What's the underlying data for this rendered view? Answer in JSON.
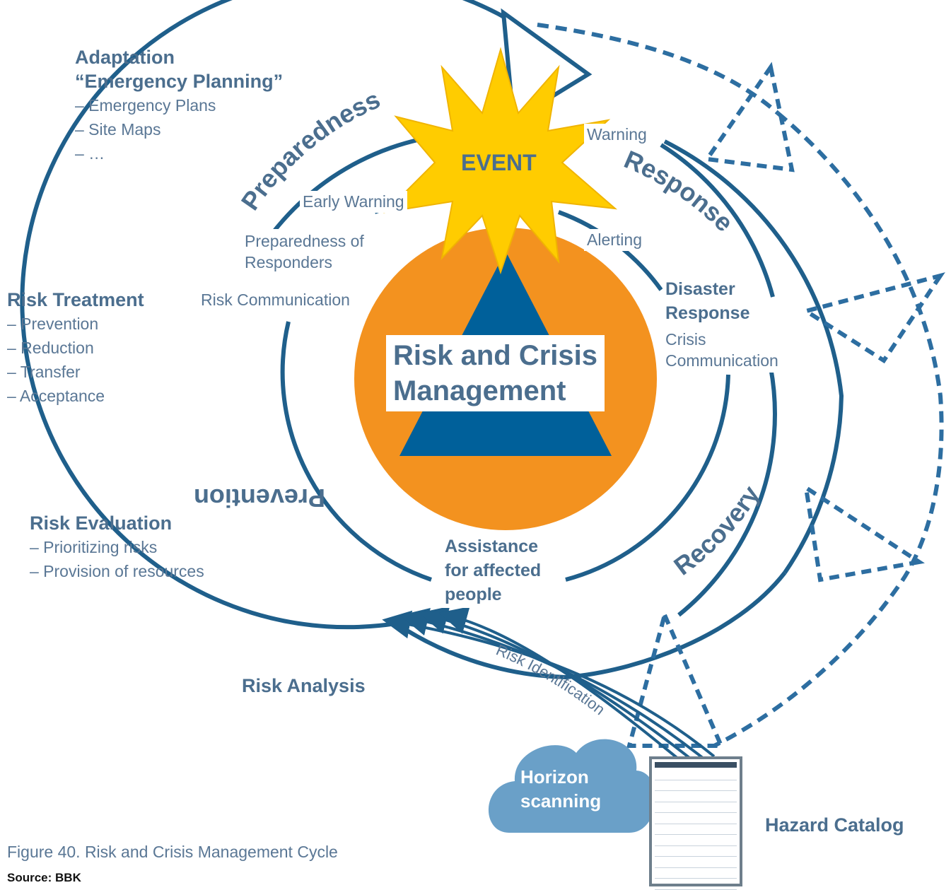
{
  "colors": {
    "ring": "#1f5f8b",
    "dashed": "#2d6ea1",
    "circle_fill": "#f3921f",
    "triangle_fill": "#00609a",
    "star_fill": "#ffcc00",
    "star_stroke": "#f0b400",
    "cloud_fill": "#6aa0c8",
    "text": "#4b6e8e"
  },
  "center": {
    "title_line1": "Risk and Crisis",
    "title_line2": "Management",
    "event": "EVENT"
  },
  "phases": {
    "preparedness": "Preparedness",
    "response": "Response",
    "recovery": "Recovery",
    "prevention": "Prevention"
  },
  "inner_labels": {
    "early_warning": "Early Warning",
    "warning": "Warning",
    "alerting": "Alerting",
    "preparedness_responders_1": "Preparedness of",
    "preparedness_responders_2": "Responders",
    "risk_communication": "Risk Communication",
    "disaster_response_1": "Disaster",
    "disaster_response_2": "Response",
    "crisis_communication_1": "Crisis",
    "crisis_communication_2": "Communication",
    "assistance_1": "Assistance",
    "assistance_2": "for affected",
    "assistance_3": "people",
    "risk_identification": "Risk Identification"
  },
  "side_blocks": {
    "adaptation": {
      "title_1": "Adaptation",
      "title_2": "“Emergency Planning”",
      "items": [
        "– Emergency Plans",
        "– Site Maps",
        "– …"
      ]
    },
    "risk_treatment": {
      "title": "Risk Treatment",
      "items": [
        "– Prevention",
        "– Reduction",
        "– Transfer",
        "– Acceptance"
      ]
    },
    "risk_evaluation": {
      "title": "Risk Evaluation",
      "items": [
        "– Prioritizing risks",
        "– Provision of resources"
      ]
    },
    "risk_analysis": "Risk Analysis",
    "hazard_catalog": "Hazard Catalog",
    "horizon_1": "Horizon",
    "horizon_2": "scanning"
  },
  "caption": "Figure 40. Risk and Crisis Management Cycle",
  "source": "Source: BBK"
}
